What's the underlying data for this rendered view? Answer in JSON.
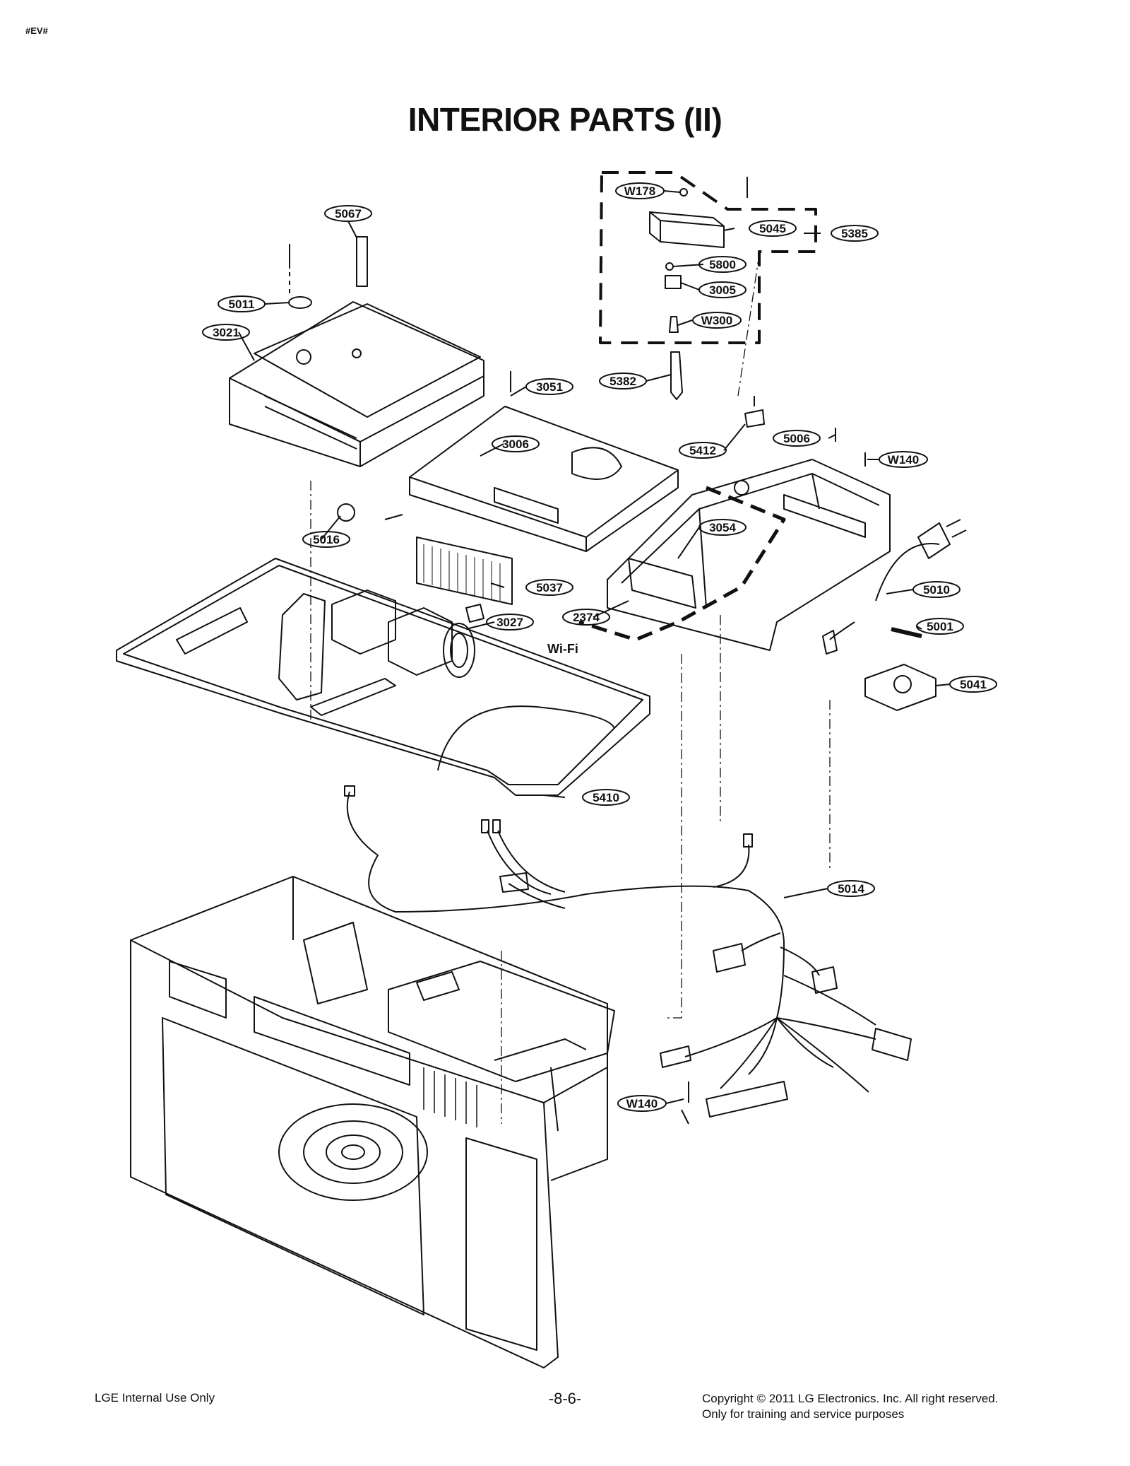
{
  "header_tag": "#EV#",
  "title": "INTERIOR PARTS (II)",
  "callouts": [
    "5067",
    "5011",
    "3021",
    "3051",
    "3006",
    "5016",
    "5037",
    "3027",
    "2374",
    "5410",
    "W178",
    "5045",
    "5385",
    "5800",
    "3005",
    "W300",
    "5382",
    "5412",
    "5006",
    "W140",
    "3054",
    "5010",
    "5001",
    "5041",
    "5014",
    "W140"
  ],
  "wifi_label": "Wi-Fi",
  "footer": {
    "left": "LGE Internal Use Only",
    "page": "-8-6-",
    "copyright": "Copyright © 2011 LG Electronics. Inc. All right reserved.",
    "notice": "Only for training and service purposes"
  }
}
